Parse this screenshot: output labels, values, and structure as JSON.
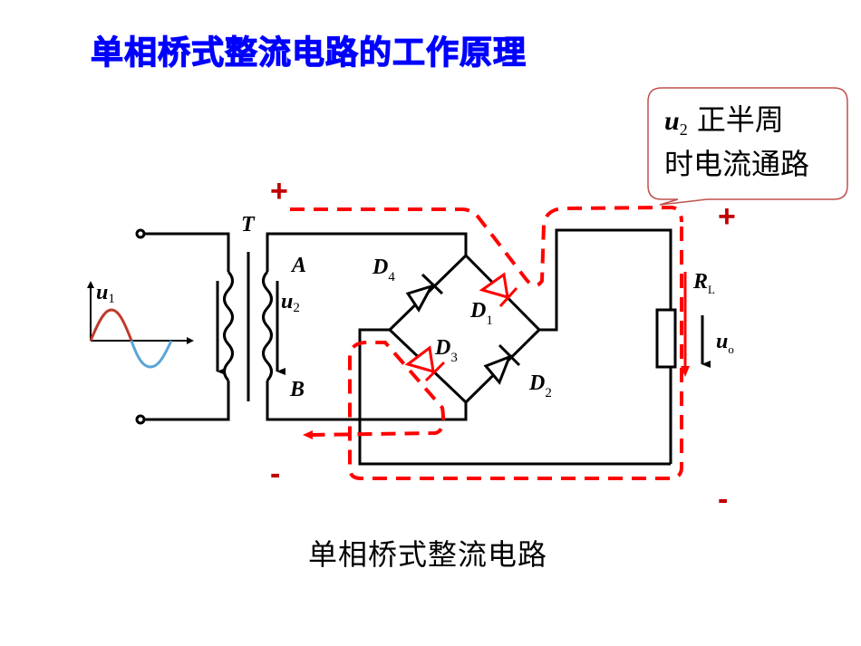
{
  "title": "单相桥式整流电路的工作原理",
  "caption": "单相桥式整流电路",
  "callout": {
    "line1_var": "u",
    "line1_sub": "2",
    "line1_text": " 正半周",
    "line2_text": "时电流通路"
  },
  "labels": {
    "transformer": "T",
    "node_a": "A",
    "node_b": "B",
    "u1_var": "u",
    "u1_sub": "1",
    "u2_var": "u",
    "u2_sub": "2",
    "d1_var": "D",
    "d1_sub": "1",
    "d2_var": "D",
    "d2_sub": "2",
    "d3_var": "D",
    "d3_sub": "3",
    "d4_var": "D",
    "d4_sub": "4",
    "rl_var": "R",
    "rl_sub": "L",
    "uo_var": "u",
    "uo_sub": "o"
  },
  "polarity": {
    "secondary_plus": "+",
    "secondary_minus": "-",
    "output_plus": "+",
    "output_minus": "-"
  },
  "colors": {
    "title": "#0000ff",
    "current_path": "#ff0000",
    "polarity": "#c00000",
    "wire": "#000000",
    "callout_border": "#c0504d",
    "sine_positive": "#c0392b",
    "sine_negative": "#5aa5d6"
  },
  "conducting_diodes": [
    "D1",
    "D3"
  ]
}
